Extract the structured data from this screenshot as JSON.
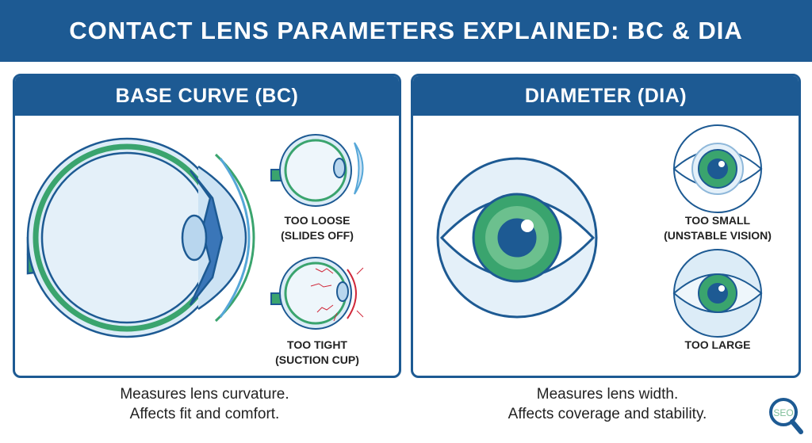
{
  "title": "CONTACT LENS PARAMETERS EXPLAINED: BC & DIA",
  "base_curve": {
    "heading": "BASE CURVE (BC)",
    "too_loose": [
      "TOO LOOSE",
      "(SLIDES OFF)"
    ],
    "too_tight": [
      "TOO TIGHT",
      "(SUCTION CUP)"
    ],
    "caption": [
      "Measures lens curvature.",
      "Affects fit and comfort."
    ]
  },
  "diameter": {
    "heading": "DIAMETER (DIA)",
    "too_small": [
      "TOO SMALL",
      "(UNSTABLE VISION)"
    ],
    "too_large": [
      "TOO LARGE"
    ],
    "caption": [
      "Measures lens width.",
      "Affects coverage and stability."
    ]
  },
  "logo": "SEO",
  "colors": {
    "primary": "#1d5a93",
    "green": "#3aa46e",
    "light": "#dcecf7",
    "red": "#d0283a"
  }
}
